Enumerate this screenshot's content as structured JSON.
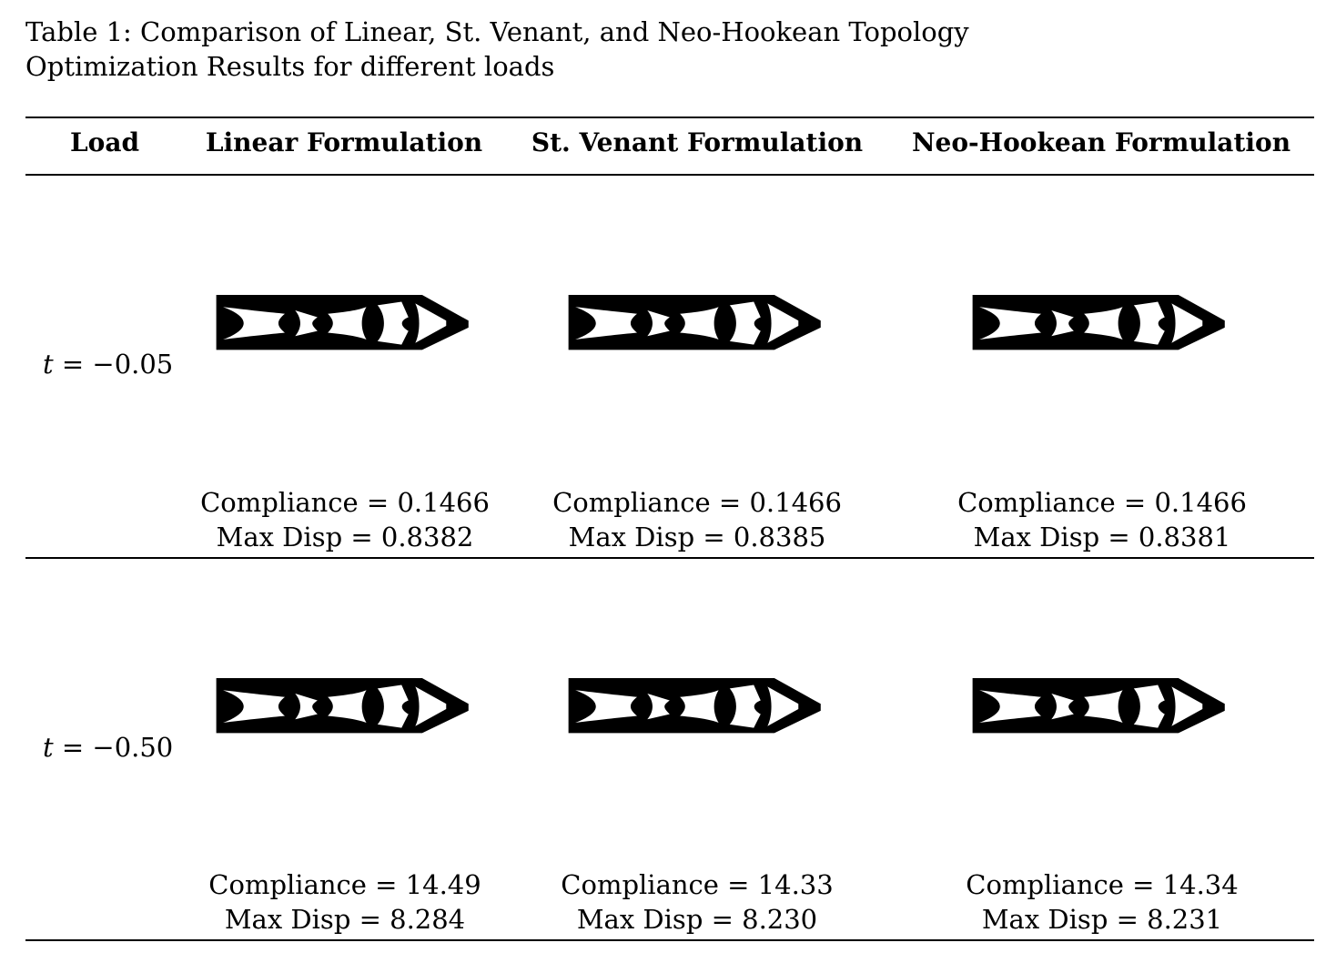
{
  "caption": {
    "line1": "Table 1: Comparison of Linear, St. Venant, and Neo-Hookean Topology",
    "line2": "Optimization Results for different loads"
  },
  "table": {
    "headers": [
      "Load",
      "Linear Formulation",
      "St. Venant Formulation",
      "Neo-Hookean Formulation"
    ],
    "rows": [
      {
        "load_var": "t",
        "load_value": " = −0.05",
        "cells": [
          {
            "compliance": "Compliance = 0.1466",
            "max_disp": "Max Disp = 0.8382"
          },
          {
            "compliance": "Compliance = 0.1466",
            "max_disp": "Max Disp = 0.8385"
          },
          {
            "compliance": "Compliance =  0.1466",
            "max_disp": "Max Disp = 0.8381"
          }
        ]
      },
      {
        "load_var": "t",
        "load_value": " = −0.50",
        "cells": [
          {
            "compliance": "Compliance = 14.49",
            "max_disp": "Max Disp = 8.284"
          },
          {
            "compliance": "Compliance = 14.33",
            "max_disp": "Max Disp = 8.230"
          },
          {
            "compliance": "Compliance = 14.34",
            "max_disp": "Max Disp = 8.231"
          }
        ]
      }
    ]
  }
}
